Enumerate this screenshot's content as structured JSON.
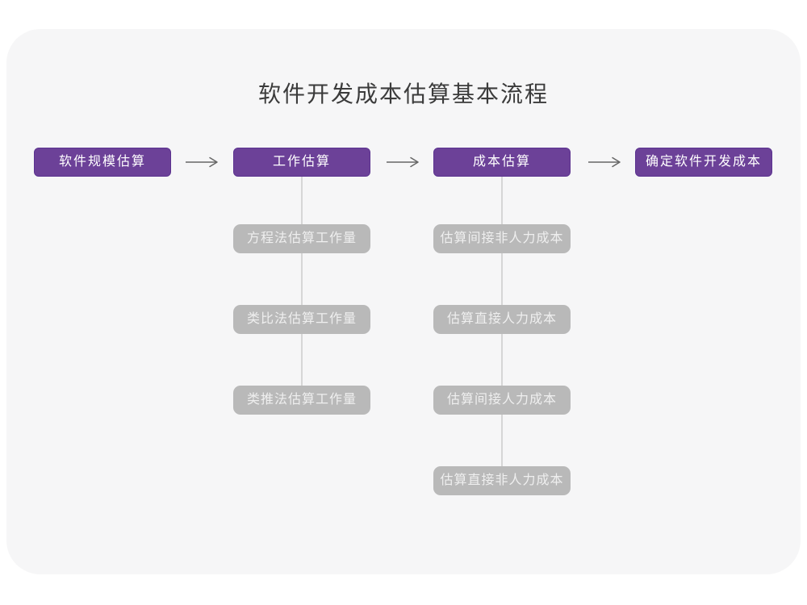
{
  "diagram": {
    "title": "软件开发成本估算基本流程",
    "main_steps": [
      {
        "label": "软件规模估算"
      },
      {
        "label": "工作估算"
      },
      {
        "label": "成本估算"
      },
      {
        "label": "确定软件开发成本"
      }
    ],
    "work_estimation_methods": [
      "方程法估算工作量",
      "类比法估算工作量",
      "类推法估算工作量"
    ],
    "cost_estimation_steps": [
      "估算间接非人力成本",
      "估算直接人力成本",
      "估算间接人力成本",
      "估算直接非人力成本"
    ]
  },
  "colors": {
    "page_bg": "#ffffff",
    "canvas_bg": "#f6f6f7",
    "primary": "#6c4198",
    "primary_border": "#5c3390",
    "primary_text": "#ffffff",
    "gray_node_bg": "#b9b9b9",
    "gray_node_text": "#efefef",
    "connector": "#d6d6d6",
    "arrow": "#666666",
    "title_text": "#3b3b3b"
  },
  "icons": {
    "arrow_right": "→"
  }
}
